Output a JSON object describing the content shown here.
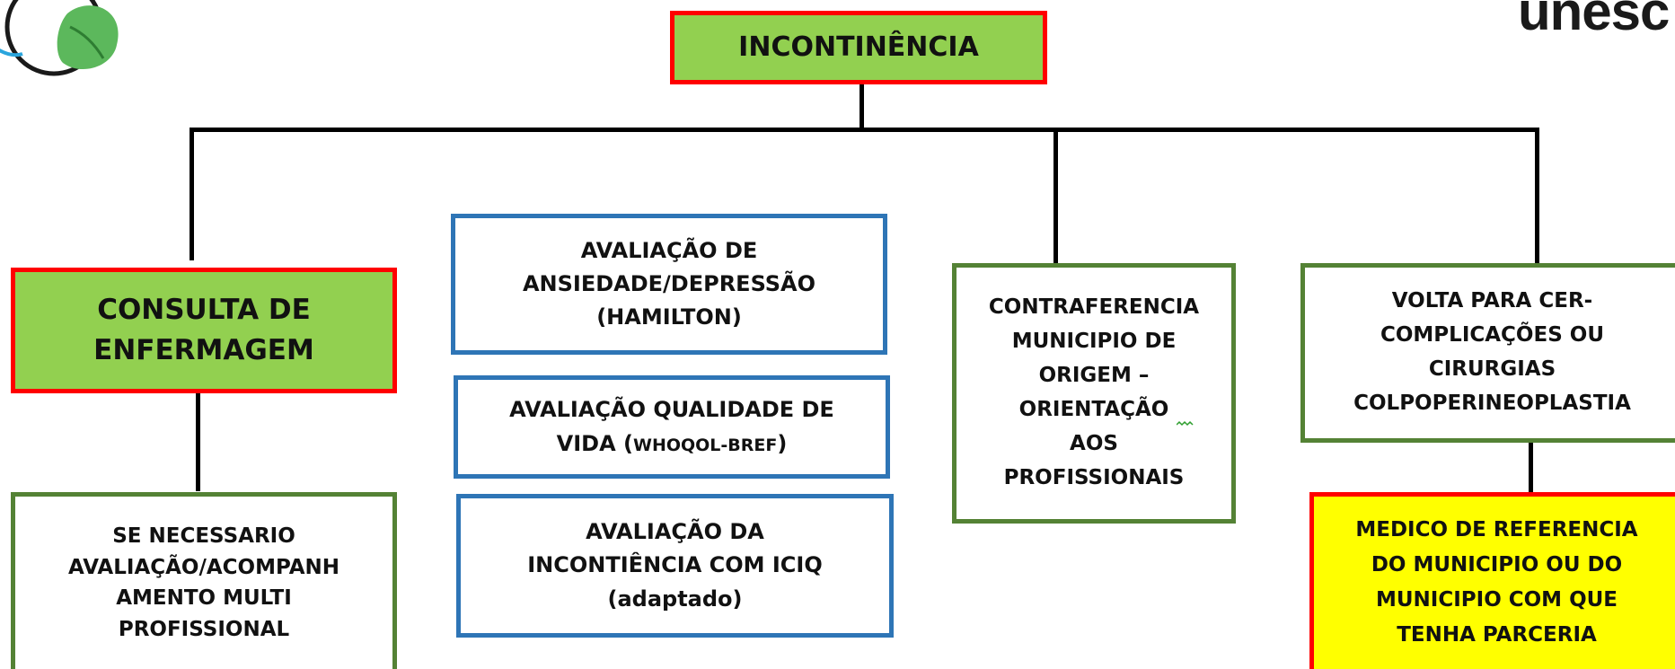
{
  "logo_right": {
    "text": "unesc"
  },
  "root": {
    "lines": [
      "INCONTINÊNCIA"
    ]
  },
  "consulta": {
    "lines": [
      "CONSULTA DE",
      "ENFERMAGEM"
    ]
  },
  "multi": {
    "lines": [
      "SE NECESSARIO",
      "AVALIAÇÃO/ACOMPANH",
      "AMENTO MULTI",
      "PROFISSIONAL"
    ]
  },
  "hamilton": {
    "lines": [
      "AVALIAÇÃO DE",
      "ANSIEDADE/DEPRESSÃO",
      "(HAMILTON)"
    ]
  },
  "whoqol": {
    "line1": "AVALIAÇÃO QUALIDADE DE",
    "line2_main": "VIDA (",
    "line2_small": "WHOQOL-BREF",
    "line2_end": ")"
  },
  "iciq": {
    "lines": [
      "AVALIAÇÃO DA",
      "INCONTIÊNCIA COM ICIQ",
      "(adaptado)"
    ]
  },
  "contraref": {
    "lines": [
      "CONTRAFERENCIA",
      "MUNICIPIO DE",
      "ORIGEM –",
      "ORIENTAÇÃO",
      "AOS",
      "PROFISSIONAIS"
    ]
  },
  "volta": {
    "lines": [
      "VOLTA PARA CER-",
      "COMPLICAÇÕES OU",
      "CIRURGIAS",
      "COLPOPERINEOPLASTIA"
    ]
  },
  "medico": {
    "lines": [
      "MEDICO DE REFERENCIA",
      "DO MUNICIPIO OU DO",
      "MUNICIPIO COM QUE",
      "TENHA PARCERIA"
    ]
  },
  "colors": {
    "green_fill": "#92d050",
    "red_border": "#ff0000",
    "green_border": "#548235",
    "blue_border": "#2e75b6",
    "yellow_fill": "#ffff00"
  }
}
